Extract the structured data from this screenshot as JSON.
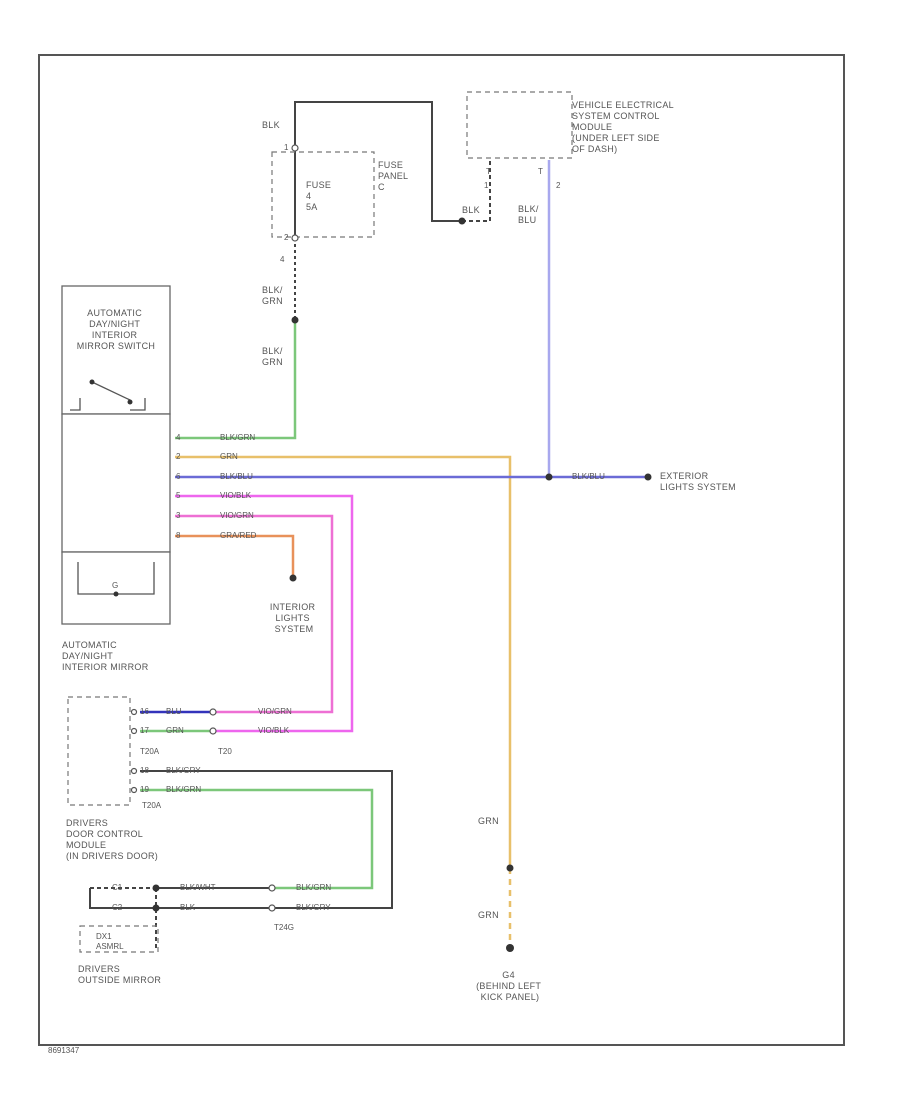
{
  "colors": {
    "black": "#444444",
    "green": "#7cc77a",
    "yellow": "#e8c06a",
    "blue": "#6b6bd6",
    "lightblue": "#a8a8ee",
    "magenta": "#ee66ee",
    "pink": "#ee6fd4",
    "orange": "#e8915a",
    "navy": "#3333bb"
  },
  "components": {
    "vecm": [
      "VEHICLE ELECTRICAL",
      "SYSTEM CONTROL",
      "MODULE",
      "(UNDER LEFT SIDE",
      "OF DASH)"
    ],
    "fuse": [
      "FUSE",
      "4",
      "5A"
    ],
    "fuse_panel": [
      "FUSE",
      "PANEL",
      "C"
    ],
    "mirror_switch": [
      "AUTOMATIC",
      "DAY/NIGHT",
      "INTERIOR",
      "MIRROR SWITCH"
    ],
    "mirror": [
      "AUTOMATIC",
      "DAY/NIGHT",
      "INTERIOR MIRROR"
    ],
    "ddcm": [
      "DRIVERS",
      "DOOR CONTROL",
      "MODULE",
      "(IN DRIVERS DOOR)"
    ],
    "outside_mirror": [
      "DRIVERS",
      "OUTSIDE MIRROR"
    ],
    "interior_lights": [
      "INTERIOR",
      "LIGHTS",
      "SYSTEM"
    ],
    "exterior_lights": [
      "EXTERIOR",
      "LIGHTS SYSTEM"
    ],
    "ground": [
      "G4",
      "(BEHIND LEFT",
      "KICK PANEL)"
    ],
    "dx": [
      "DX1",
      "ASMRL"
    ]
  },
  "wires": {
    "blk_top": "BLK",
    "blk_mid": "BLK",
    "blk_grn_1": [
      "BLK/",
      "GRN"
    ],
    "blk_grn_2": [
      "BLK/",
      "GRN"
    ],
    "blk_blu": [
      "BLK/",
      "BLU"
    ],
    "sw1": "BLK/GRN",
    "sw2": "GRN",
    "sw3": "BLK/BLU",
    "sw4": "VIO/BLK",
    "sw5": "VIO/GRN",
    "sw6": "GRA/RED",
    "ext": "BLK/BLU",
    "d1a": "BLU",
    "d1b": "VIO/GRN",
    "d2a": "GRN",
    "d2b": "VIO/BLK",
    "d3": "BLK/GRY",
    "d4": "BLK/GRN",
    "om1a": "BLK/WHT",
    "om1b": "BLK/GRN",
    "om2a": "BLK",
    "om2b": "BLK/GRY",
    "grn1": "GRN",
    "grn2": "GRN"
  },
  "connectors": {
    "t20a_1": "T20A",
    "t20": "T20",
    "t20a_2": "T20A",
    "t24g": "T24G"
  },
  "pins": {
    "fuse_top": "1",
    "fuse_bot": "2",
    "fuse_pin": "4",
    "vecm_1": "T",
    "vecm_2": "T",
    "vecm_pin1": "1",
    "vecm_pin2": "2",
    "sw_1": "4",
    "sw_2": "2",
    "sw_3": "6",
    "sw_4": "5",
    "sw_5": "3",
    "sw_6": "8",
    "mirror_g": "G",
    "dd_1": "16",
    "dd_2": "17",
    "dd_3": "18",
    "dd_4": "19",
    "c1": "C1",
    "c2": "C2"
  },
  "footer": "8691347"
}
